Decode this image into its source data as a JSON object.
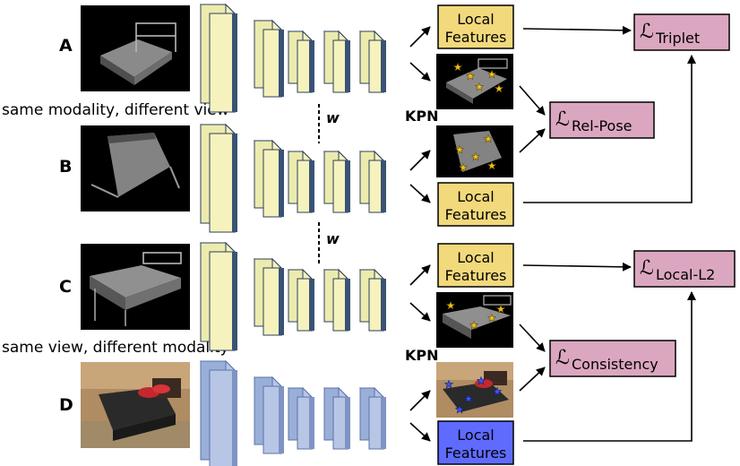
{
  "rows": [
    {
      "id": "A",
      "label": "A",
      "style": "yellow",
      "output": "features"
    },
    {
      "id": "B",
      "label": "B",
      "style": "yellow",
      "output": "keypoints"
    },
    {
      "id": "C",
      "label": "C",
      "style": "yellow",
      "output": "features"
    },
    {
      "id": "D",
      "label": "D",
      "style": "blue",
      "output": "keypoints"
    }
  ],
  "captions": {
    "ab": "same modality, different view",
    "cd": "same view, different modality"
  },
  "shared_weights_label": "w",
  "kpn_label": "KPN",
  "feature_box": {
    "line1": "Local",
    "line2": "Features"
  },
  "losses": {
    "symbol": "ℒ",
    "triplet": "Triplet",
    "rel_pose": "Rel-Pose",
    "local_l2": "Local-L2",
    "consistency": "Consistency"
  },
  "colors": {
    "net_front_yellow": "#f5f2bd",
    "net_side_blue": "#3a5274",
    "net_front_blue": "#9aafd8",
    "feature_yellow": "#f2d97c",
    "feature_blue": "#5f6bff",
    "loss_pink": "#dba7c0",
    "render_gray": "#6d6d6d",
    "photo_wall": "#b08c62"
  }
}
